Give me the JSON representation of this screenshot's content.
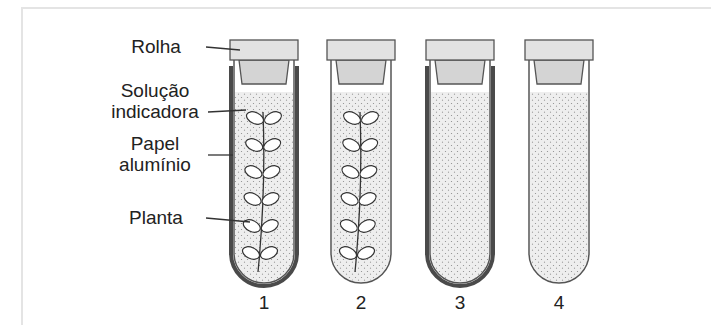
{
  "diagram": {
    "labels": [
      "Rolha",
      "Solução indicadora",
      "Papel alumínio",
      "Planta",
      "1",
      "2",
      "3",
      "4"
    ]
  }
}
